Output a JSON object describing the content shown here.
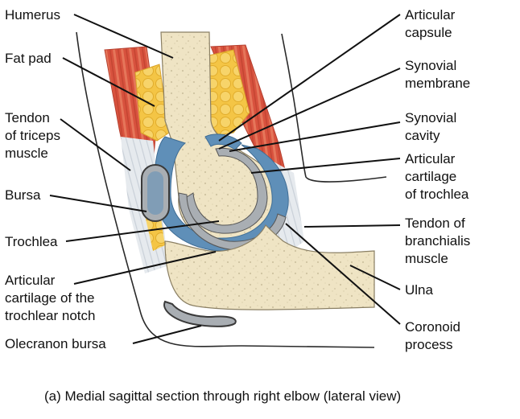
{
  "figure": {
    "caption": "(a) Medial sagittal section through right elbow (lateral view)",
    "colors": {
      "bone": "#efe4c4",
      "bone_speckle": "#d2c6a4",
      "muscle": "#d8523e",
      "muscle_stripe": "#e98b6a",
      "fat": "#f4c545",
      "tendon": "#dfe4ea",
      "synovial": "#5f8fb8",
      "cartilage": "#a9aeb3",
      "outline": "#2a2a2a"
    }
  },
  "labels_left": [
    {
      "id": "humerus",
      "lines": [
        "Humerus"
      ]
    },
    {
      "id": "fat-pad",
      "lines": [
        "Fat pad"
      ]
    },
    {
      "id": "tendon-triceps",
      "lines": [
        "Tendon",
        "of triceps",
        "muscle"
      ]
    },
    {
      "id": "bursa",
      "lines": [
        "Bursa"
      ]
    },
    {
      "id": "trochlea",
      "lines": [
        "Trochlea"
      ]
    },
    {
      "id": "cartilage-trochlear-notch",
      "lines": [
        "Articular",
        "cartilage of the",
        "trochlear notch"
      ]
    },
    {
      "id": "olecranon-bursa",
      "lines": [
        "Olecranon bursa"
      ]
    }
  ],
  "labels_right": [
    {
      "id": "articular-capsule",
      "lines": [
        "Articular",
        "capsule"
      ]
    },
    {
      "id": "synovial-membrane",
      "lines": [
        "Synovial",
        "membrane"
      ]
    },
    {
      "id": "synovial-cavity",
      "lines": [
        "Synovial",
        "cavity"
      ]
    },
    {
      "id": "cartilage-trochlea",
      "lines": [
        "Articular",
        "cartilage",
        "of trochlea"
      ]
    },
    {
      "id": "tendon-branchialis",
      "lines": [
        "Tendon of",
        "branchialis",
        "muscle"
      ]
    },
    {
      "id": "ulna",
      "lines": [
        "Ulna"
      ]
    },
    {
      "id": "coronoid-process",
      "lines": [
        "Coronoid",
        "process"
      ]
    }
  ]
}
